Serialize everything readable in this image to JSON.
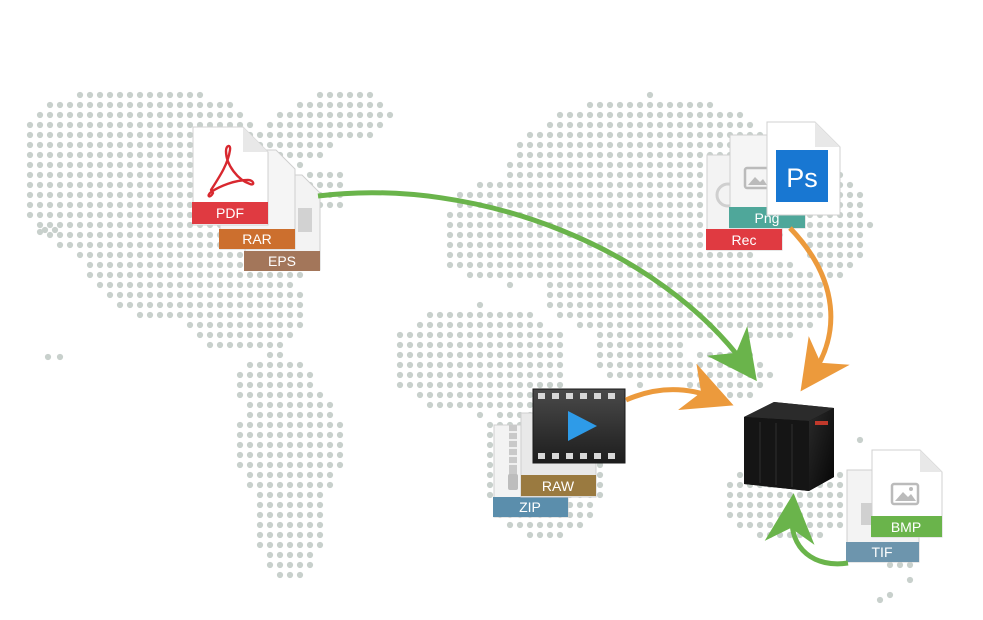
{
  "colors": {
    "map_dot": "#c8d0cc",
    "arrow_green": "#6ab44b",
    "arrow_orange": "#ec9a3c",
    "pdf": "#e03a41",
    "rar": "#cc6f2e",
    "eps": "#a3765a",
    "png": "#4fa79a",
    "rec": "#e03a41",
    "ps_blue": "#1877d2",
    "raw": "#9a7a40",
    "zip": "#5b8eac",
    "bmp": "#6ab44b",
    "tif": "#6d95ad",
    "nas_body": "#111111"
  },
  "file_groups": [
    {
      "name": "group-west",
      "files": [
        "PDF",
        "RAR",
        "EPS"
      ],
      "icons": [
        "acrobat-icon"
      ]
    },
    {
      "name": "group-east",
      "files": [
        "Ps",
        "Png",
        "Rec"
      ],
      "icons": [
        "photoshop-icon",
        "image-icon"
      ]
    },
    {
      "name": "group-center",
      "files": [
        "RAW",
        "ZIP"
      ],
      "icons": [
        "video-play-icon",
        "zipper-icon"
      ]
    },
    {
      "name": "group-south",
      "files": [
        "BMP",
        "TIF"
      ],
      "icons": [
        "image-icon"
      ]
    }
  ],
  "labels": {
    "pdf": "PDF",
    "rar": "RAR",
    "eps": "EPS",
    "ps": "Ps",
    "png": "Png",
    "rec": "Rec",
    "raw": "RAW",
    "zip": "ZIP",
    "bmp": "BMP",
    "tif": "TIF"
  },
  "device": {
    "icon": "nas-device-icon"
  }
}
